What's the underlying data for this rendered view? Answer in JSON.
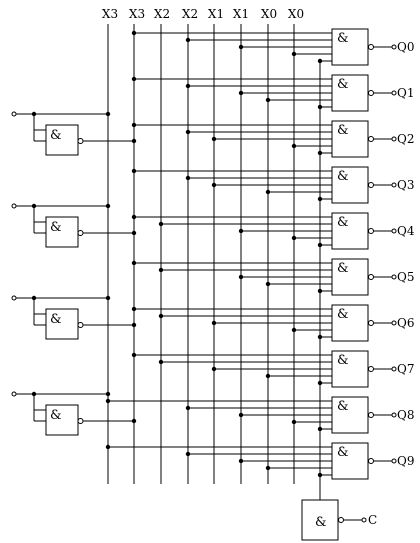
{
  "inputs": [
    {
      "id": "X3",
      "text": "X3",
      "overline": false
    },
    {
      "id": "X3n",
      "text": "X3",
      "overline": true
    },
    {
      "id": "X2",
      "text": "X2",
      "overline": false
    },
    {
      "id": "X2n",
      "text": "X2",
      "overline": true
    },
    {
      "id": "X1",
      "text": "X1",
      "overline": false
    },
    {
      "id": "X1n",
      "text": "X1",
      "overline": true
    },
    {
      "id": "X0",
      "text": "X0",
      "overline": false
    },
    {
      "id": "X0n",
      "text": "X0",
      "overline": true
    }
  ],
  "gate_symbol": "&",
  "outputs": [
    "Q0",
    "Q1",
    "Q2",
    "Q3",
    "Q4",
    "Q5",
    "Q6",
    "Q7",
    "Q8",
    "Q9"
  ],
  "final_output": {
    "text": "C",
    "overline": true
  },
  "output_gate_inputs": [
    [
      "X3n",
      "X2n",
      "X1n",
      "X0n"
    ],
    [
      "X3n",
      "X2n",
      "X1n",
      "X0"
    ],
    [
      "X3n",
      "X2n",
      "X1",
      "X0n"
    ],
    [
      "X3n",
      "X2n",
      "X1",
      "X0"
    ],
    [
      "X3n",
      "X2",
      "X1n",
      "X0n"
    ],
    [
      "X3n",
      "X2",
      "X1n",
      "X0"
    ],
    [
      "X3n",
      "X2",
      "X1",
      "X0n"
    ],
    [
      "X3n",
      "X2",
      "X1",
      "X0"
    ],
    [
      "X3",
      "X2n",
      "X1n",
      "X0n"
    ],
    [
      "X3",
      "X2n",
      "X1n",
      "X0"
    ]
  ]
}
